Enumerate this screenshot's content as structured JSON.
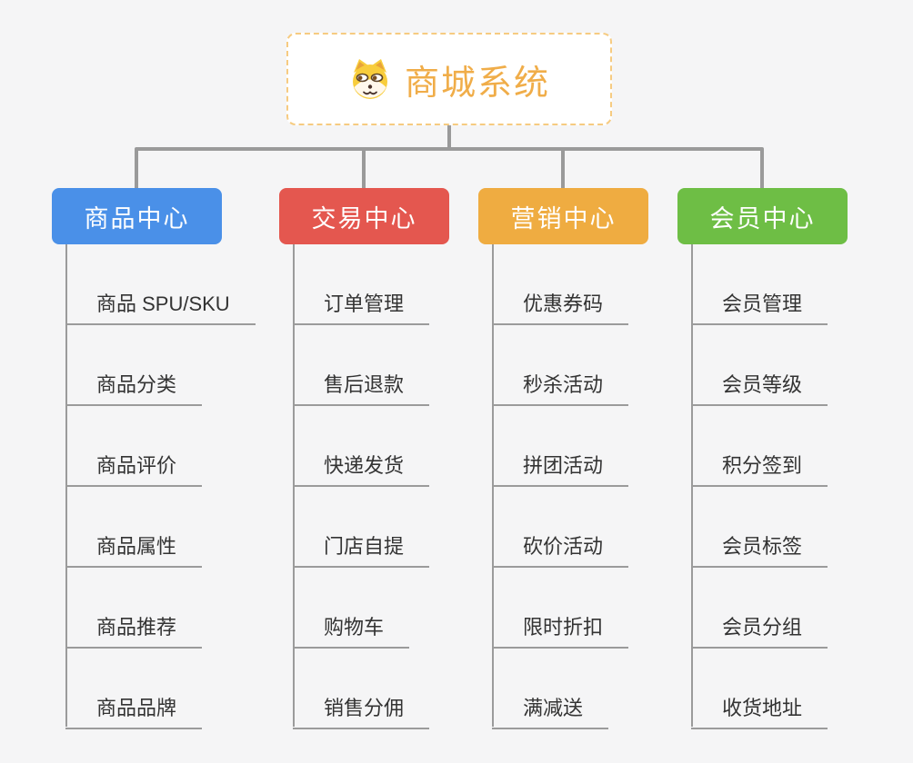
{
  "root": {
    "title": "商城系统",
    "icon": "dog-icon",
    "title_color": "#F0AD49",
    "border_color": "#F6CB81"
  },
  "connector_color": "#9A9A9A",
  "background_color": "#F5F5F6",
  "branches": [
    {
      "label": "商品中心",
      "color": "#4A90E8",
      "items": [
        "商品 SPU/SKU",
        "商品分类",
        "商品评价",
        "商品属性",
        "商品推荐",
        "商品品牌"
      ]
    },
    {
      "label": "交易中心",
      "color": "#E4574F",
      "items": [
        "订单管理",
        "售后退款",
        "快递发货",
        "门店自提",
        "购物车",
        "销售分佣"
      ]
    },
    {
      "label": "营销中心",
      "color": "#EFAC41",
      "items": [
        "优惠券码",
        "秒杀活动",
        "拼团活动",
        "砍价活动",
        "限时折扣",
        "满减送"
      ]
    },
    {
      "label": "会员中心",
      "color": "#6EBE45",
      "items": [
        "会员管理",
        "会员等级",
        "积分签到",
        "会员标签",
        "会员分组",
        "收货地址"
      ]
    }
  ]
}
